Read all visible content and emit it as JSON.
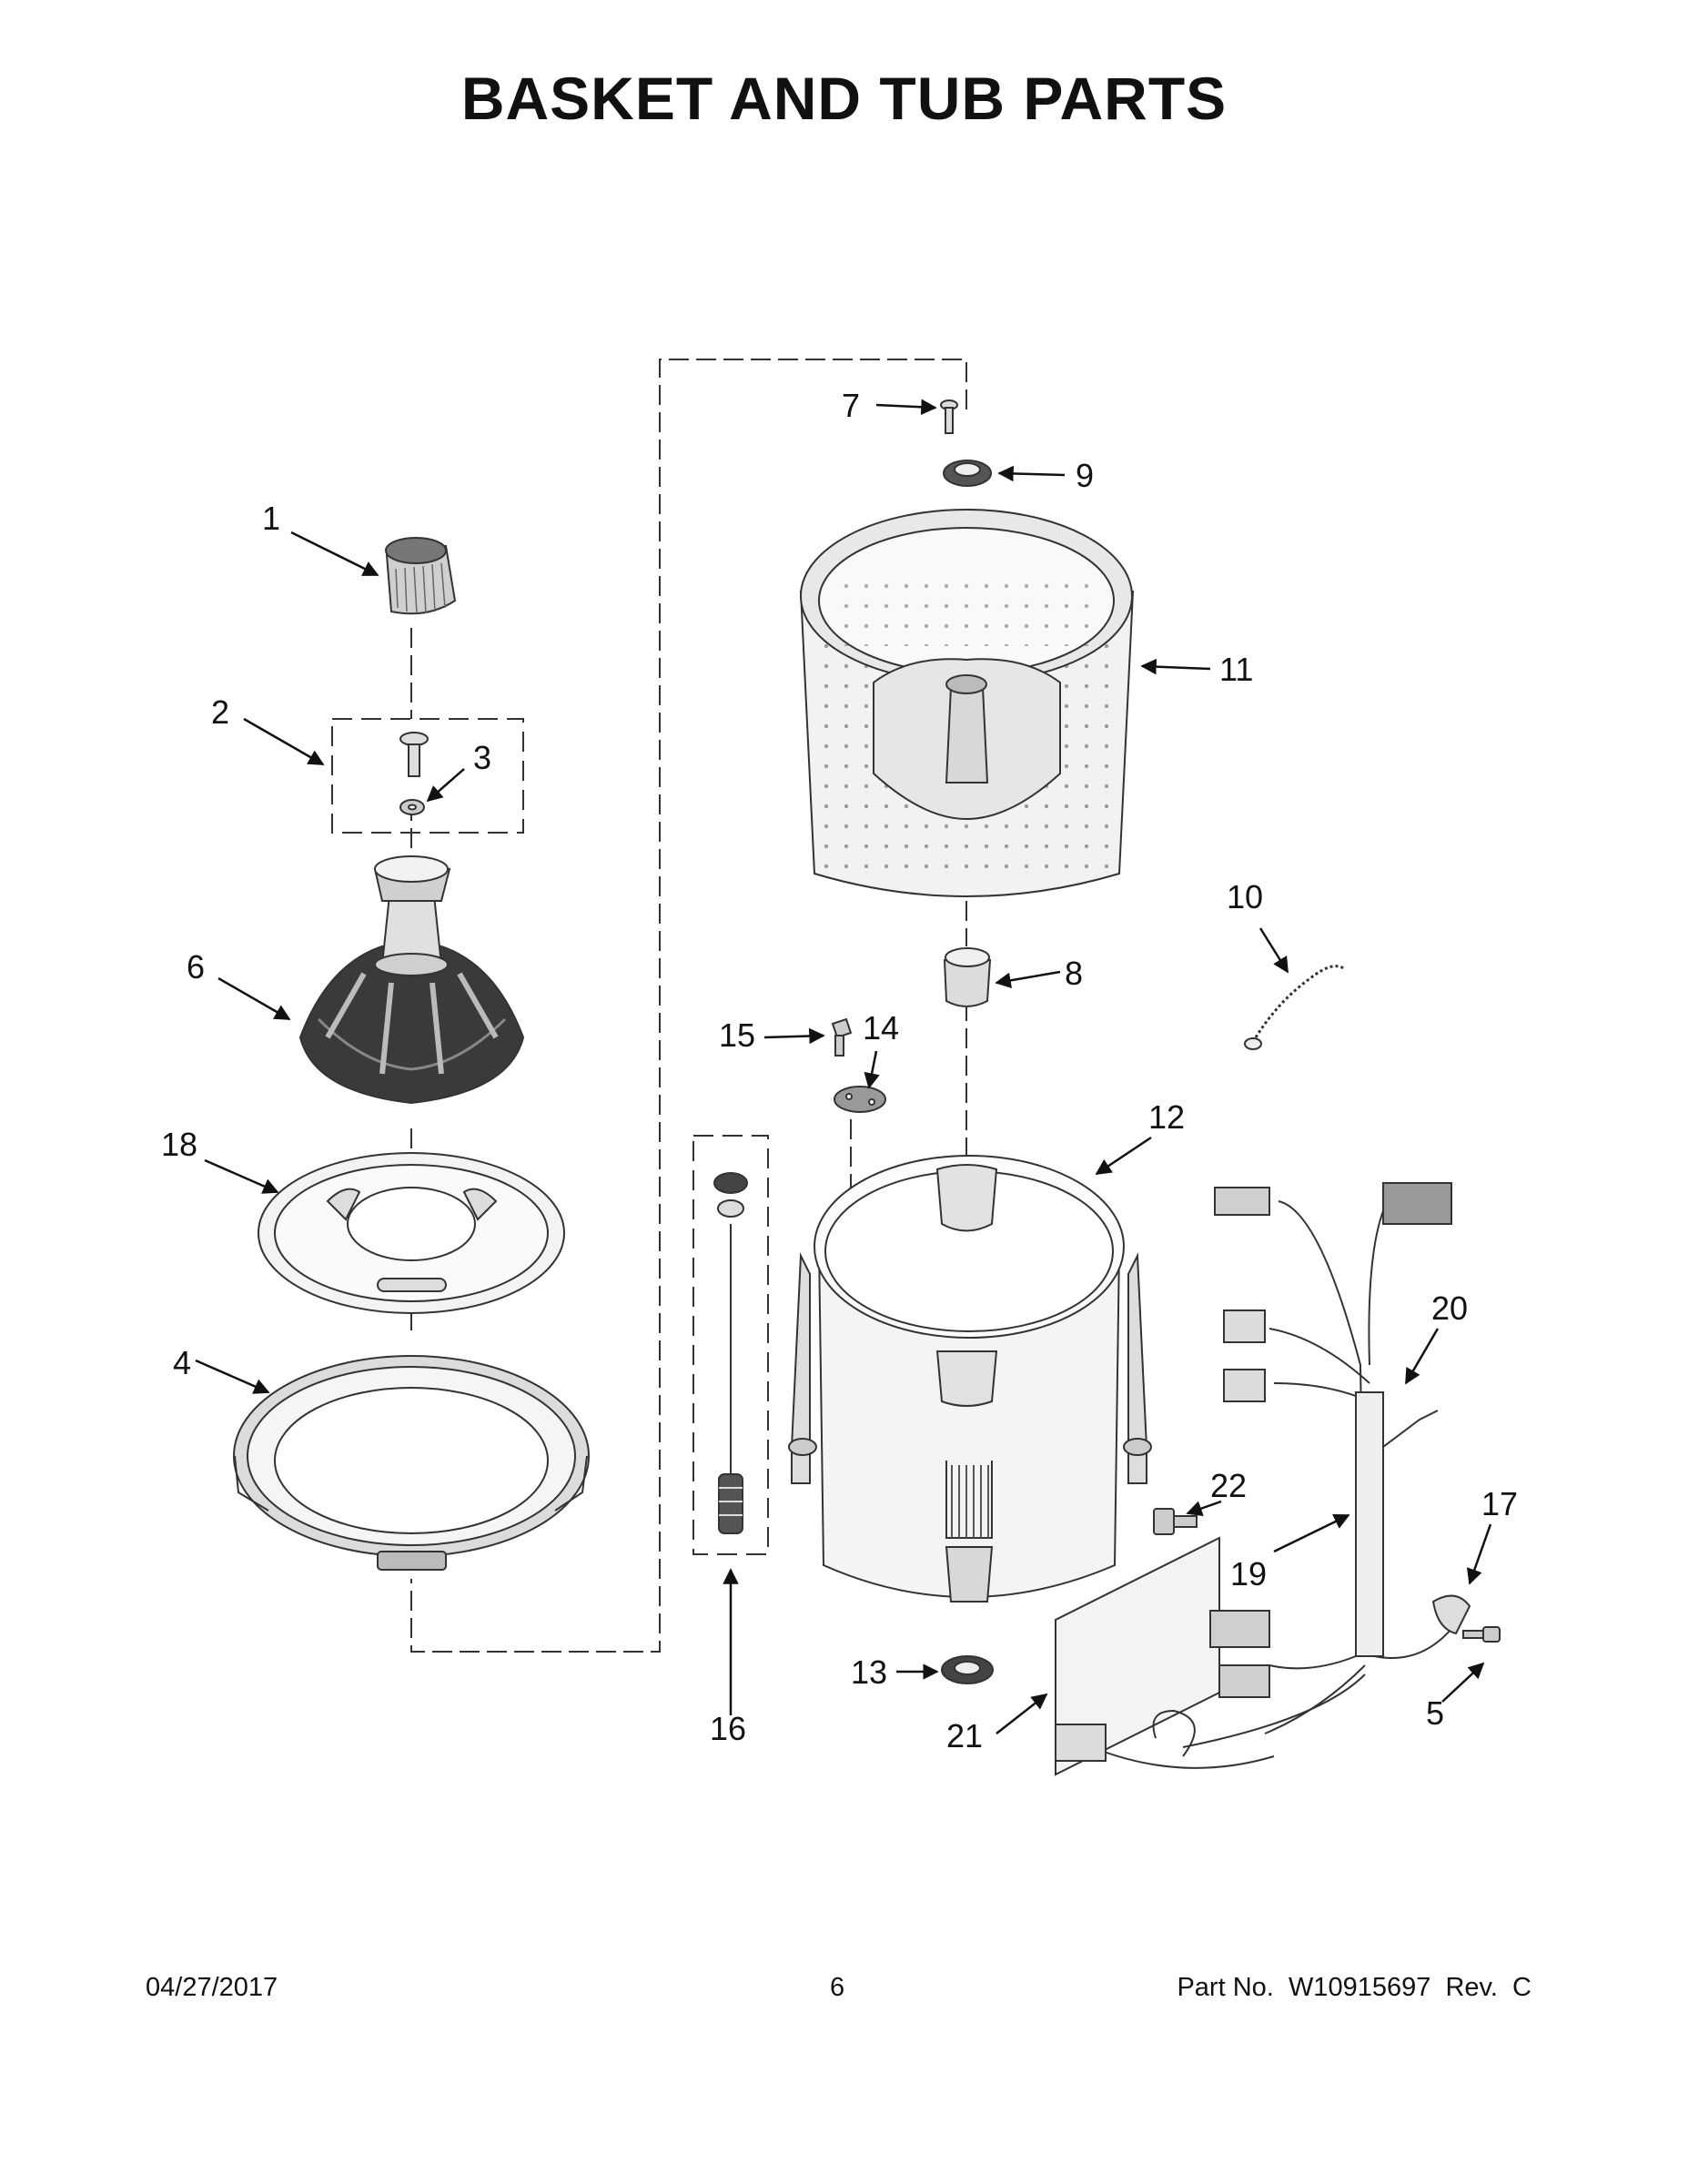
{
  "title": "BASKET AND TUB PARTS",
  "callouts": [
    "1",
    "2",
    "3",
    "4",
    "5",
    "6",
    "7",
    "8",
    "9",
    "10",
    "11",
    "12",
    "13",
    "14",
    "15",
    "16",
    "17",
    "18",
    "19",
    "20",
    "21",
    "22"
  ],
  "footer": {
    "date": "04/27/2017",
    "page": "6",
    "part_no": "Part No.  W10915697  Rev.  C"
  },
  "colors": {
    "line": "#333333",
    "fill_light": "#f0f0f0",
    "fill_mid": "#bdbdbd",
    "fill_dark": "#3a3a3a"
  }
}
